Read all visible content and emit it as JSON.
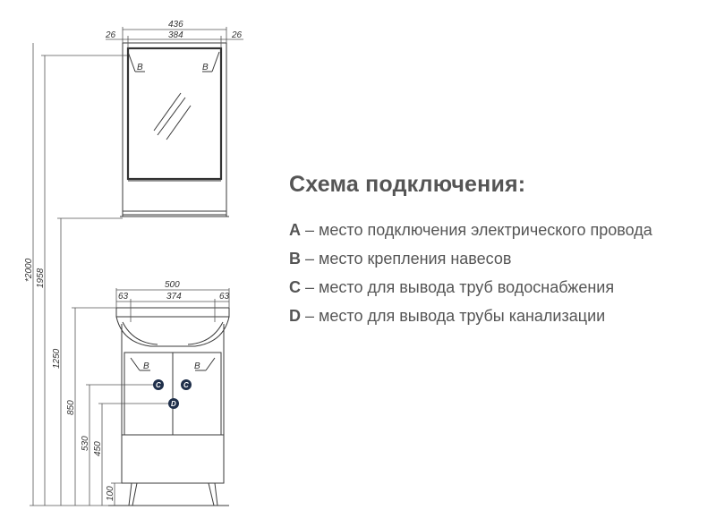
{
  "drawing": {
    "mirror": {
      "total_width": "436",
      "inner_width": "384",
      "side_margin_left": "26",
      "side_margin_right": "26",
      "mount_label_left": "B",
      "mount_label_right": "B"
    },
    "cabinet": {
      "total_width": "500",
      "inner_width": "374",
      "side_margin_left": "63",
      "side_margin_right": "63",
      "mount_label_left": "B",
      "mount_label_right": "B",
      "water_label_left": "C",
      "water_label_right": "C",
      "drain_label": "D"
    },
    "heights": {
      "total": "*2000",
      "mirror_top": "1958",
      "mirror_bottom": "1250",
      "sink_top": "850",
      "water": "530",
      "drain": "450",
      "legs": "100"
    }
  },
  "legend": {
    "title": "Схема подключения:",
    "items": [
      {
        "key": "A",
        "text": " – место подключения электрического провода"
      },
      {
        "key": "B",
        "text": " – место крепления навесов"
      },
      {
        "key": "C",
        "text": " – место для вывода труб водоснабжения"
      },
      {
        "key": "D",
        "text": " – место для вывода трубы канализации"
      }
    ]
  }
}
